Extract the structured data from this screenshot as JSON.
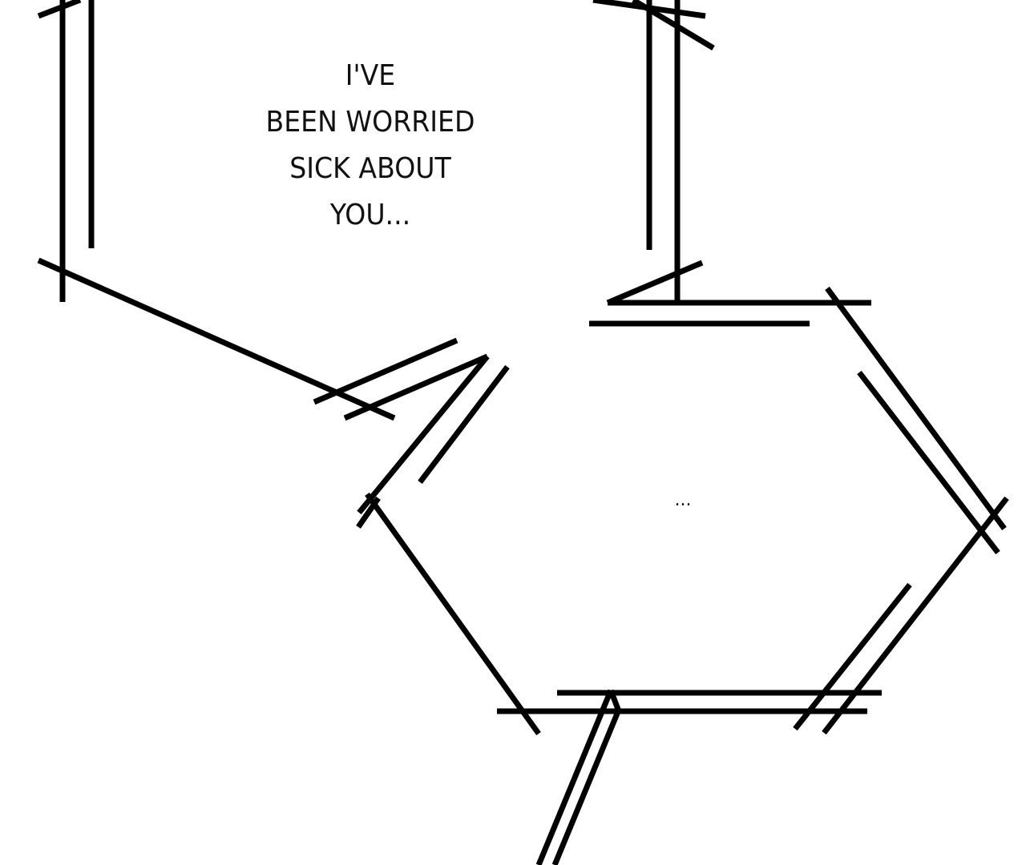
{
  "panel": {
    "background_color": "#ffffff",
    "ink_color": "#000000",
    "speech_bubbles": [
      {
        "lines": [
          "I'VE",
          "BEEN WORRIED",
          "SICK ABOUT",
          "YOU..."
        ]
      },
      {
        "lines": [
          "..."
        ]
      }
    ]
  }
}
